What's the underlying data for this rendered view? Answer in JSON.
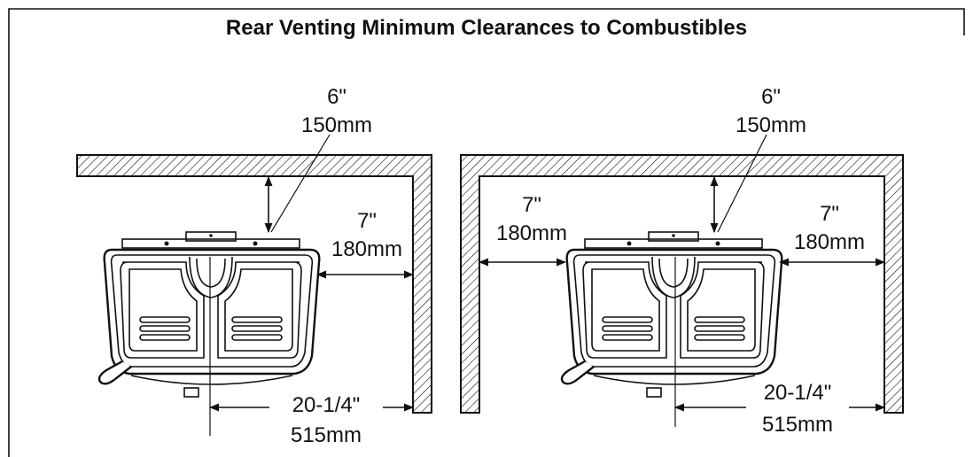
{
  "title": "Rear Venting Minimum Clearances to Combustibles",
  "left_diagram": {
    "rear": {
      "in": "6\"",
      "mm": "150mm"
    },
    "side": {
      "in": "7\"",
      "mm": "180mm"
    },
    "center": {
      "in": "20-1/4\"",
      "mm": "515mm"
    }
  },
  "right_diagram": {
    "rear": {
      "in": "6\"",
      "mm": "150mm"
    },
    "left_side": {
      "in": "7\"",
      "mm": "180mm"
    },
    "right_side": {
      "in": "7\"",
      "mm": "180mm"
    },
    "center": {
      "in": "20-1/4\"",
      "mm": "515mm"
    }
  }
}
